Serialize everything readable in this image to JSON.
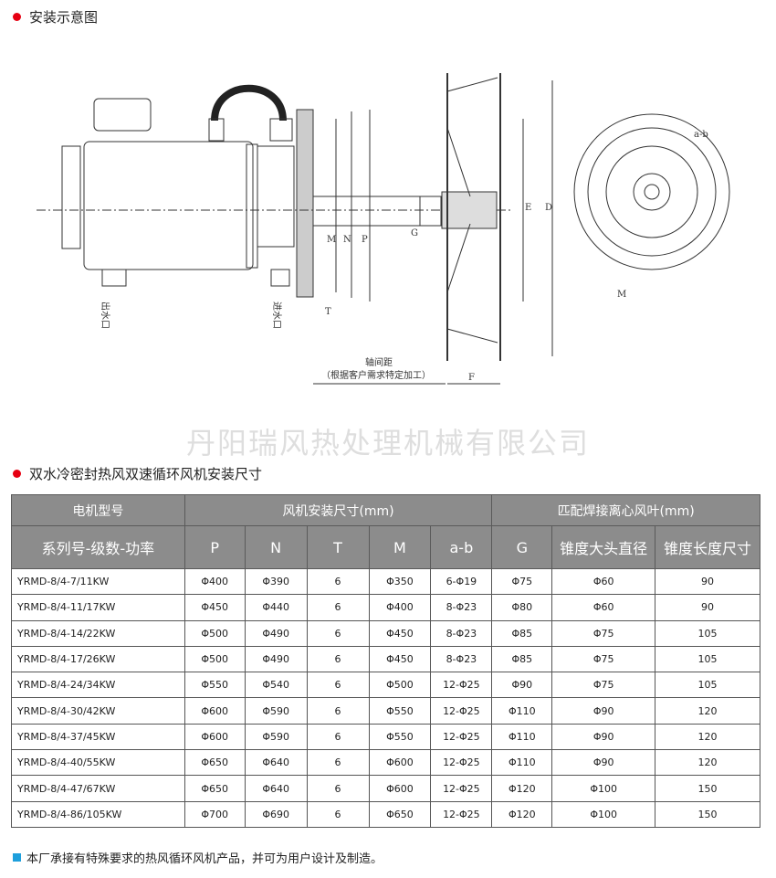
{
  "section1_title": "安装示意图",
  "diagram": {
    "outlet": "出水口",
    "inlet": "进水口",
    "dims": [
      "M",
      "N",
      "P",
      "T",
      "G",
      "E",
      "D",
      "F",
      "a-b",
      "M"
    ],
    "axis_label": "轴间距",
    "axis_note": "（根据客户需求特定加工）"
  },
  "watermark": "丹阳瑞风热处理机械有限公司",
  "section2_title": "双水冷密封热风双速循环风机安装尺寸",
  "table": {
    "group_headers": [
      "电机型号",
      "风机安装尺寸(mm)",
      "匹配焊接离心风叶(mm)"
    ],
    "columns": [
      "系列号-级数-功率",
      "P",
      "N",
      "T",
      "M",
      "a-b",
      "G",
      "锥度大头直径",
      "锥度长度尺寸"
    ],
    "rows": [
      [
        "YRMD-8/4-7/11KW",
        "Φ400",
        "Φ390",
        "6",
        "Φ350",
        "6-Φ19",
        "Φ75",
        "Φ60",
        "90"
      ],
      [
        "YRMD-8/4-11/17KW",
        "Φ450",
        "Φ440",
        "6",
        "Φ400",
        "8-Φ23",
        "Φ80",
        "Φ60",
        "90"
      ],
      [
        "YRMD-8/4-14/22KW",
        "Φ500",
        "Φ490",
        "6",
        "Φ450",
        "8-Φ23",
        "Φ85",
        "Φ75",
        "105"
      ],
      [
        "YRMD-8/4-17/26KW",
        "Φ500",
        "Φ490",
        "6",
        "Φ450",
        "8-Φ23",
        "Φ85",
        "Φ75",
        "105"
      ],
      [
        "YRMD-8/4-24/34KW",
        "Φ550",
        "Φ540",
        "6",
        "Φ500",
        "12-Φ25",
        "Φ90",
        "Φ75",
        "105"
      ],
      [
        "YRMD-8/4-30/42KW",
        "Φ600",
        "Φ590",
        "6",
        "Φ550",
        "12-Φ25",
        "Φ110",
        "Φ90",
        "120"
      ],
      [
        "YRMD-8/4-37/45KW",
        "Φ600",
        "Φ590",
        "6",
        "Φ550",
        "12-Φ25",
        "Φ110",
        "Φ90",
        "120"
      ],
      [
        "YRMD-8/4-40/55KW",
        "Φ650",
        "Φ640",
        "6",
        "Φ600",
        "12-Φ25",
        "Φ110",
        "Φ90",
        "120"
      ],
      [
        "YRMD-8/4-47/67KW",
        "Φ650",
        "Φ640",
        "6",
        "Φ600",
        "12-Φ25",
        "Φ120",
        "Φ100",
        "150"
      ],
      [
        "YRMD-8/4-86/105KW",
        "Φ700",
        "Φ690",
        "6",
        "Φ650",
        "12-Φ25",
        "Φ120",
        "Φ100",
        "150"
      ]
    ]
  },
  "note": "本厂承接有特殊要求的热风循环风机产品，并可为用户设计及制造。",
  "colors": {
    "accent": "#e60012",
    "header": "#8c8c8c",
    "note_square": "#1e9fdc"
  }
}
